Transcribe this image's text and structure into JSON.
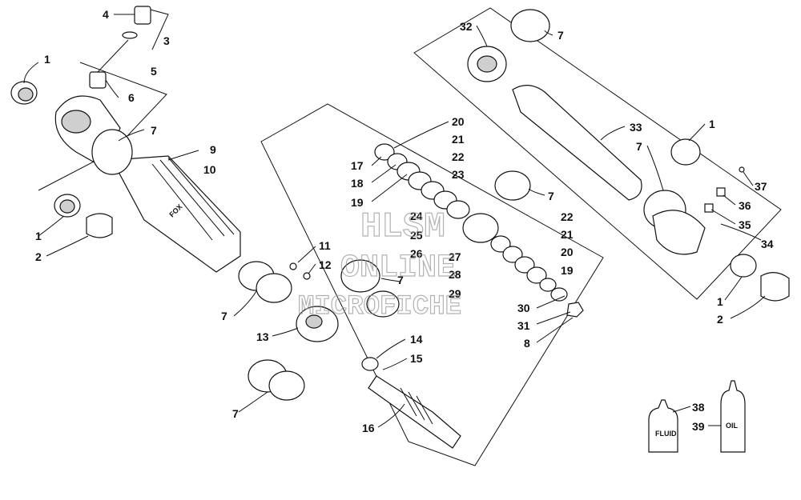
{
  "watermark": {
    "line1": "HLSM",
    "line2": "ONLINE",
    "line3": "MICROFICHE"
  },
  "labels": {
    "fox": "FOX",
    "fluid": "FLUID",
    "oil": "OIL"
  },
  "callouts": [
    {
      "id": "c4",
      "text": "4"
    },
    {
      "id": "c3",
      "text": "3"
    },
    {
      "id": "c5",
      "text": "5"
    },
    {
      "id": "c6",
      "text": "6"
    },
    {
      "id": "c1a",
      "text": "1"
    },
    {
      "id": "c7a",
      "text": "7"
    },
    {
      "id": "c9",
      "text": "9"
    },
    {
      "id": "c10",
      "text": "10"
    },
    {
      "id": "c1b",
      "text": "1"
    },
    {
      "id": "c2a",
      "text": "2"
    },
    {
      "id": "c11",
      "text": "11"
    },
    {
      "id": "c12",
      "text": "12"
    },
    {
      "id": "c7b",
      "text": "7"
    },
    {
      "id": "c13",
      "text": "13"
    },
    {
      "id": "c7c",
      "text": "7"
    },
    {
      "id": "c7d",
      "text": "7"
    },
    {
      "id": "c14",
      "text": "14"
    },
    {
      "id": "c15",
      "text": "15"
    },
    {
      "id": "c16",
      "text": "16"
    },
    {
      "id": "c20a",
      "text": "20"
    },
    {
      "id": "c21a",
      "text": "21"
    },
    {
      "id": "c22a",
      "text": "22"
    },
    {
      "id": "c23",
      "text": "23"
    },
    {
      "id": "c17",
      "text": "17"
    },
    {
      "id": "c18",
      "text": "18"
    },
    {
      "id": "c19a",
      "text": "19"
    },
    {
      "id": "c24",
      "text": "24"
    },
    {
      "id": "c25",
      "text": "25"
    },
    {
      "id": "c26",
      "text": "26"
    },
    {
      "id": "c27",
      "text": "27"
    },
    {
      "id": "c28",
      "text": "28"
    },
    {
      "id": "c29",
      "text": "29"
    },
    {
      "id": "c7e",
      "text": "7"
    },
    {
      "id": "c22b",
      "text": "22"
    },
    {
      "id": "c21b",
      "text": "21"
    },
    {
      "id": "c20b",
      "text": "20"
    },
    {
      "id": "c19b",
      "text": "19"
    },
    {
      "id": "c30",
      "text": "30"
    },
    {
      "id": "c31",
      "text": "31"
    },
    {
      "id": "c8",
      "text": "8"
    },
    {
      "id": "c32",
      "text": "32"
    },
    {
      "id": "c7f",
      "text": "7"
    },
    {
      "id": "c33",
      "text": "33"
    },
    {
      "id": "c1c",
      "text": "1"
    },
    {
      "id": "c7g",
      "text": "7"
    },
    {
      "id": "c37",
      "text": "37"
    },
    {
      "id": "c36",
      "text": "36"
    },
    {
      "id": "c35",
      "text": "35"
    },
    {
      "id": "c34",
      "text": "34"
    },
    {
      "id": "c1d",
      "text": "1"
    },
    {
      "id": "c2b",
      "text": "2"
    },
    {
      "id": "c38",
      "text": "38"
    },
    {
      "id": "c39",
      "text": "39"
    }
  ]
}
